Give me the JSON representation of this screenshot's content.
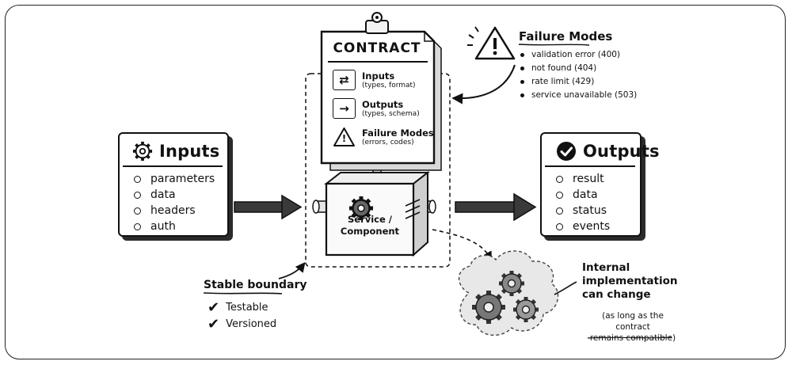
{
  "inputs": {
    "title": "Inputs",
    "items": [
      "parameters",
      "data",
      "headers",
      "auth"
    ]
  },
  "outputs": {
    "title": "Outputs",
    "items": [
      "result",
      "data",
      "status",
      "events"
    ]
  },
  "contract": {
    "title": "CONTRACT",
    "rows": [
      {
        "icon": "⇄",
        "title": "Inputs",
        "subtitle": "(types, format)"
      },
      {
        "icon": "→",
        "title": "Outputs",
        "subtitle": "(types, schema)"
      },
      {
        "icon": "!",
        "title": "Failure Modes",
        "subtitle": "(errors, codes)"
      }
    ]
  },
  "component": {
    "line1": "Service /",
    "line2": "Component"
  },
  "failure_modes": {
    "title": "Failure Modes",
    "items": [
      "validation error (400)",
      "not found (404)",
      "rate limit (429)",
      "service unavailable (503)"
    ]
  },
  "boundary": {
    "title": "Stable boundary",
    "items": [
      "Testable",
      "Versioned"
    ]
  },
  "internal": {
    "line1": "Internal",
    "line2": "implementation",
    "line3": "can change",
    "note1": "(as long as the contract",
    "note2": "remains compatible)"
  },
  "icons": {
    "inputs_card": "gear-icon",
    "outputs_card": "check-circle-icon",
    "failure_modes": "warning-triangle-icon",
    "clipboard": "clipboard-clip-icon"
  },
  "colors": {
    "ink": "#111111",
    "arrow_fill": "#3a3a3a",
    "cloud_fill": "#e6e6e6"
  }
}
